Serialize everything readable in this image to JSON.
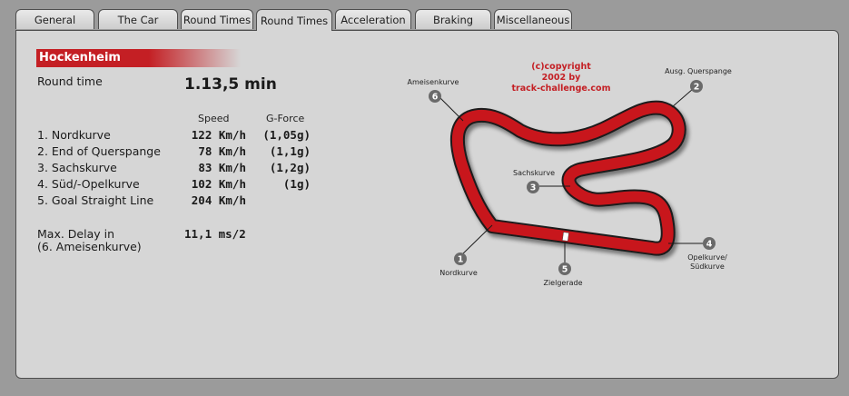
{
  "tabs": [
    "General",
    "The Car",
    "Round Times",
    "Round Times",
    "Acceleration",
    "Braking",
    "Miscellaneous"
  ],
  "title": "Hockenheim",
  "round_time": {
    "label": "Round time",
    "value": "1.13,5 min"
  },
  "columns": {
    "speed": "Speed",
    "gforce": "G-Force"
  },
  "rows": [
    {
      "name": "1. Nordkurve",
      "speed": "122 Km/h",
      "gforce": "(1,05g)"
    },
    {
      "name": "2. End of Querspange",
      "speed": "78 Km/h",
      "gforce": "(1,1g)"
    },
    {
      "name": "3. Sachskurve",
      "speed": "83 Km/h",
      "gforce": "(1,2g)"
    },
    {
      "name": "4. Süd/-Opelkurve",
      "speed": "102 Km/h",
      "gforce": "(1g)"
    },
    {
      "name": "5. Goal Straight Line",
      "speed": "204 Km/h",
      "gforce": ""
    }
  ],
  "delay": {
    "label_line1": "Max. Delay in",
    "label_line2": "(6. Ameisenkurve)",
    "value": "11,1 ms/2"
  },
  "map": {
    "copyright": [
      "(c)copyright",
      "2002 by",
      "track-challenge.com"
    ],
    "markers": [
      {
        "num": "1",
        "label": "Nordkurve"
      },
      {
        "num": "2",
        "label": "Ausg. Querspange"
      },
      {
        "num": "3",
        "label": "Sachskurve"
      },
      {
        "num": "4",
        "label": "Opelkurve/"
      },
      {
        "num": "5",
        "label": "Zielgerade"
      },
      {
        "num": "6",
        "label": "Ameisenkurve"
      }
    ],
    "marker4_line2": "Südkurve"
  },
  "colors": {
    "accent": "#c41f24",
    "track": "#c8191e",
    "panel": "#d6d6d6",
    "background": "#9b9b9b"
  }
}
